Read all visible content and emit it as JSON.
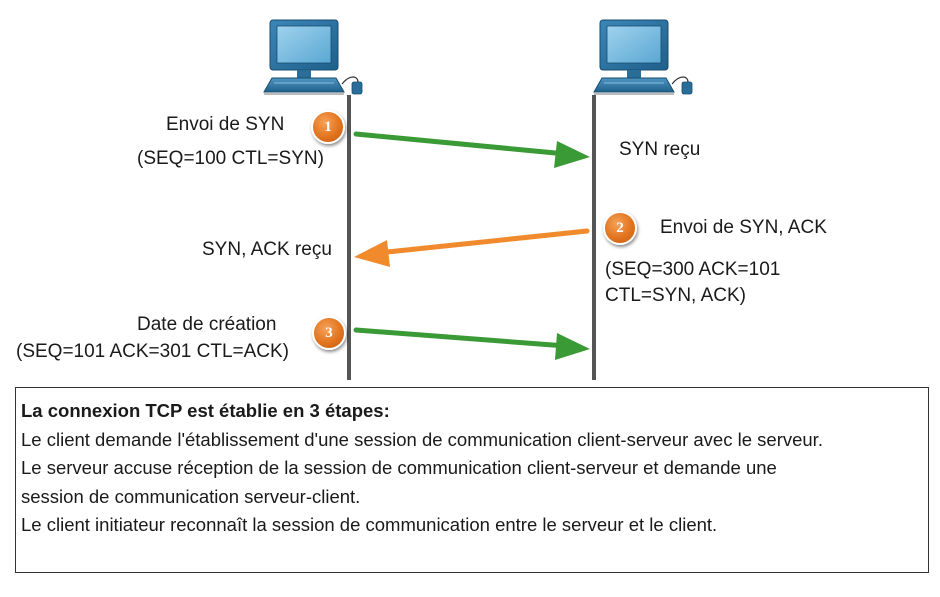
{
  "client": {
    "step1_label": "Envoi de SYN",
    "step1_detail": "(SEQ=100 CTL=SYN)",
    "step2_received": "SYN, ACK reçu",
    "step3_label": "Date de création",
    "step3_detail": "(SEQ=101 ACK=301 CTL=ACK)"
  },
  "server": {
    "step1_received": "SYN reçu",
    "step2_label": "Envoi de SYN, ACK",
    "step2_detail_line1": "(SEQ=300 ACK=101",
    "step2_detail_line2": "CTL=SYN, ACK)"
  },
  "badges": [
    "1",
    "2",
    "3"
  ],
  "colors": {
    "green_arrow": "#3a9a35",
    "orange_arrow": "#f08a2c",
    "badge_orange": "#e2741e",
    "computer_blue": "#2f77a8",
    "timeline": "#555555"
  },
  "icons": [
    "computer-icon",
    "computer-icon"
  ],
  "description": {
    "title": "La connexion TCP est établie en 3 étapes:",
    "lines": [
      "Le client demande l'établissement d'une session de communication client-serveur avec le serveur.",
      "Le serveur accuse réception de la session de communication client-serveur et demande une",
      "session de communication serveur-client.",
      "Le client initiateur reconnaît la session de communication entre le serveur et le client."
    ]
  }
}
